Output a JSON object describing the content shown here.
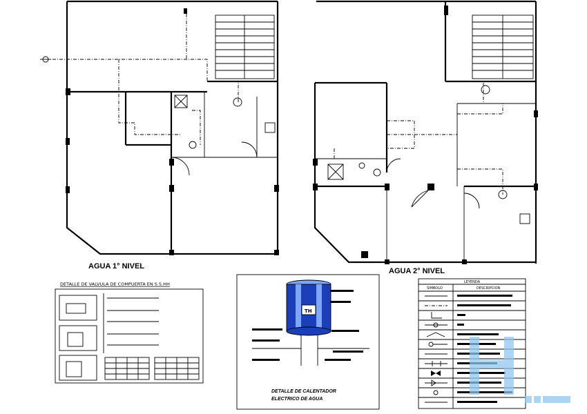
{
  "plans": {
    "level1_title": "AGUA 1° NIVEL",
    "level2_title": "AGUA 2° NIVEL"
  },
  "valve_detail": {
    "title": "DETALLE DE VALVULA DE COMPUERTA EN S.S.HH"
  },
  "heater_detail": {
    "title_line1": "DETALLE DE CALENTADOR",
    "title_line2": "ELECTRICO DE AGUA",
    "tank_label": "TH"
  },
  "legend": {
    "title": "LEYENDA",
    "col_symbol": "SIMBOLO",
    "col_description": "DESCRIPCION"
  },
  "colors": {
    "line": "#000000",
    "heater_blue": "#1a3fb8",
    "heater_light": "#7fa6ff",
    "watermark": "#8fc8ef"
  }
}
